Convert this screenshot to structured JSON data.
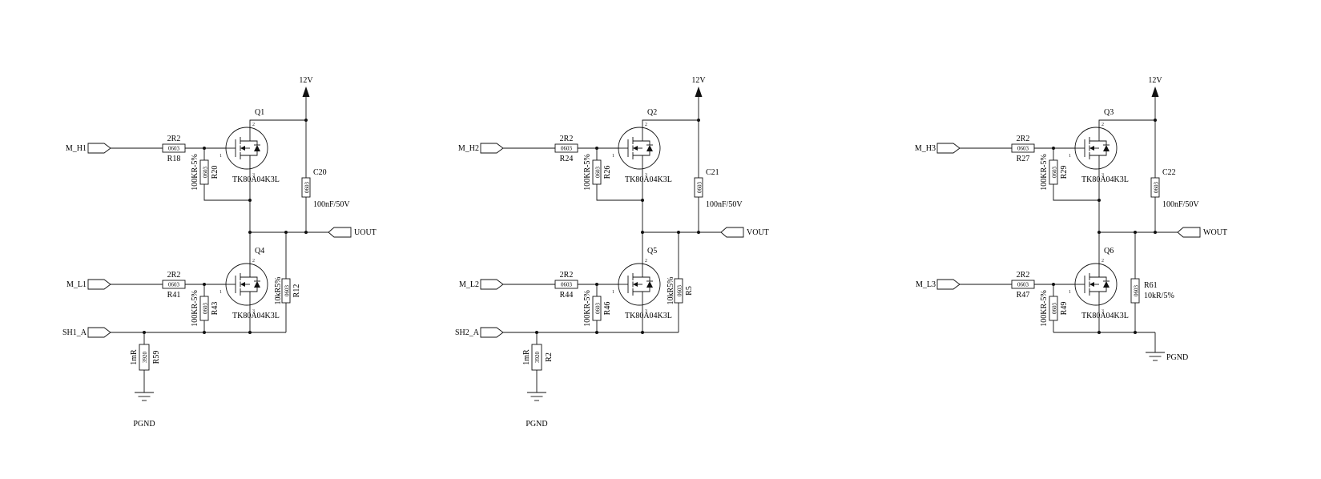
{
  "meta": {
    "description": "Three-phase half-bridge MOSFET power stage schematic"
  },
  "fet_pins": {
    "gate": "1",
    "drain": "2",
    "source": "3"
  },
  "blocks": [
    {
      "power": "12V",
      "high": {
        "input": "M_H1",
        "gate_res": {
          "value": "2R2",
          "footprint": "0603",
          "ref": "R18"
        },
        "pulldown": {
          "value": "100KR-5%",
          "footprint": "0603",
          "ref": "R20"
        },
        "fet": {
          "ref": "Q1",
          "part": "TK80A04K3L"
        }
      },
      "cap": {
        "ref": "C20",
        "footprint": "0603",
        "value": "100nF/50V"
      },
      "output": "UOUT",
      "low": {
        "input": "M_L1",
        "gate_res": {
          "value": "2R2",
          "footprint": "0603",
          "ref": "R41"
        },
        "pulldown": {
          "value": "100KR-5%",
          "footprint": "0603",
          "ref": "R43"
        },
        "fet": {
          "ref": "Q4",
          "part": "TK80A04K3L"
        },
        "bleed_res": {
          "value": "10kR5%",
          "footprint": "0603",
          "ref": "R12"
        }
      },
      "shunt": {
        "input": "SH1_A",
        "value": "1mR",
        "footprint": "3920",
        "ref": "R59"
      },
      "ground": "PGND"
    },
    {
      "power": "12V",
      "high": {
        "input": "M_H2",
        "gate_res": {
          "value": "2R2",
          "footprint": "0603",
          "ref": "R24"
        },
        "pulldown": {
          "value": "100KR-5%",
          "footprint": "0603",
          "ref": "R26"
        },
        "fet": {
          "ref": "Q2",
          "part": "TK80A04K3L"
        }
      },
      "cap": {
        "ref": "C21",
        "footprint": "0603",
        "value": "100nF/50V"
      },
      "output": "VOUT",
      "low": {
        "input": "M_L2",
        "gate_res": {
          "value": "2R2",
          "footprint": "0603",
          "ref": "R44"
        },
        "pulldown": {
          "value": "100KR-5%",
          "footprint": "0603",
          "ref": "R46"
        },
        "fet": {
          "ref": "Q5",
          "part": "TK80A04K3L"
        },
        "bleed_res": {
          "value": "10kR5%",
          "footprint": "0603",
          "ref": "R5"
        }
      },
      "shunt": {
        "input": "SH2_A",
        "value": "1mR",
        "footprint": "3920",
        "ref": "R2"
      },
      "ground": "PGND"
    },
    {
      "power": "12V",
      "high": {
        "input": "M_H3",
        "gate_res": {
          "value": "2R2",
          "footprint": "0603",
          "ref": "R27"
        },
        "pulldown": {
          "value": "100KR-5%",
          "footprint": "0603",
          "ref": "R29"
        },
        "fet": {
          "ref": "Q3",
          "part": "TK80A04K3L"
        }
      },
      "cap": {
        "ref": "C22",
        "footprint": "0603",
        "value": "100nF/50V"
      },
      "output": "WOUT",
      "low": {
        "input": "M_L3",
        "gate_res": {
          "value": "2R2",
          "footprint": "0603",
          "ref": "R47"
        },
        "pulldown": {
          "value": "100KR-5%",
          "footprint": "0603",
          "ref": "R49"
        },
        "fet": {
          "ref": "Q6",
          "part": "TK80A04K3L"
        },
        "bleed_res": {
          "ref": "R61",
          "value": "10kR/5%",
          "footprint": "0603"
        }
      },
      "ground": "PGND"
    }
  ]
}
